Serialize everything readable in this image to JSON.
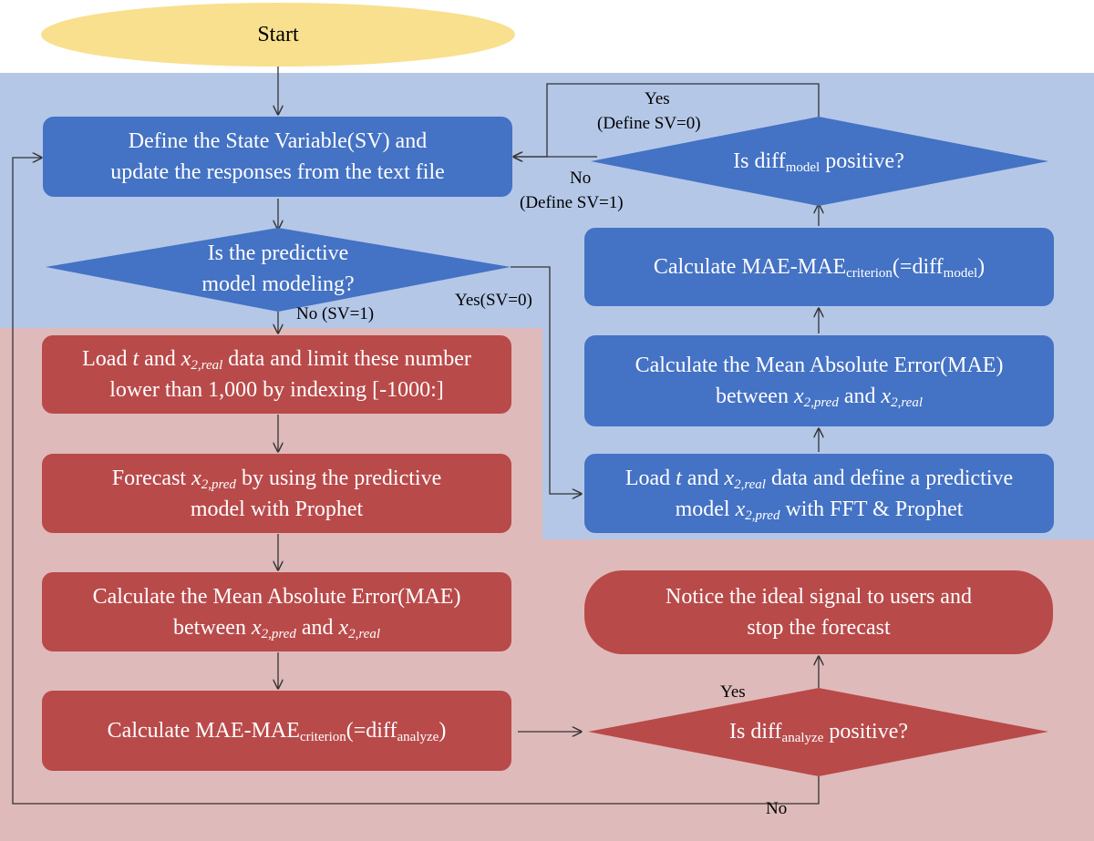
{
  "colors": {
    "blue_region": "#b4c7e7",
    "red_region": "#dfbaba",
    "blue_node": "#4472c4",
    "red_node": "#b94a4a",
    "start_node": "#f9e08e",
    "connector": "#333333"
  },
  "nodes": {
    "start": "Start",
    "define_sv": {
      "line1": "Define the State Variable(SV) and",
      "line2": "update the responses  from the text file"
    },
    "is_modeling": {
      "line1": "Is the predictive",
      "line2": "model modeling?"
    },
    "load_limit": {
      "a": "Load",
      "t": "t",
      "and": "and",
      "x_main": "x",
      "x_sub": "2,real",
      "rest": "data and limit these number",
      "line2": "lower than 1,000 by indexing [-1000:]"
    },
    "forecast": {
      "a": "Forecast",
      "x_main": "x",
      "x_sub": "2,pred",
      "rest": "by using the predictive",
      "line2": "model with Prophet"
    },
    "mae_left": {
      "line1": "Calculate the Mean Absolute Error(MAE)",
      "between": "between",
      "x1_main": "x",
      "x1_sub": "2,pred",
      "and": "and",
      "x2_main": "x",
      "x2_sub": "2,real"
    },
    "diff_analyze_calc": {
      "a": "Calculate MAE-MAE",
      "sub1": "criterion",
      "b": "(=diff",
      "sub2": "analyze",
      "c": ")"
    },
    "load_define": {
      "a": "Load",
      "t": "t",
      "and": "and",
      "x_main": "x",
      "x_sub": "2,real",
      "rest": "data and define a predictive",
      "model": "model",
      "x2_main": "x",
      "x2_sub": "2,pred",
      "tail": "with FFT & Prophet"
    },
    "mae_right": {
      "line1": "Calculate the Mean Absolute Error(MAE)",
      "between": "between",
      "x1_main": "x",
      "x1_sub": "2,pred",
      "and": "and",
      "x2_main": "x",
      "x2_sub": "2,real"
    },
    "diff_model_calc": {
      "a": "Calculate MAE-MAE",
      "sub1": "criterion",
      "b": "(=diff",
      "sub2": "model",
      "c": ")"
    },
    "is_diff_model": {
      "a": "Is diff",
      "sub": "model",
      "b": "positive?"
    },
    "notice": {
      "line1": "Notice the ideal signal to users and",
      "line2": "stop the forecast"
    },
    "is_diff_analyze": {
      "a": "Is diff",
      "sub": "analyze",
      "b": "positive?"
    }
  },
  "labels": {
    "no_sv1": "No (SV=1)",
    "yes_sv0": "Yes(SV=0)",
    "yes_top": "Yes",
    "define_sv0": "(Define SV=0)",
    "no_top": "No",
    "define_sv1": "(Define SV=1)",
    "yes_bottom": "Yes",
    "no_bottom": "No"
  }
}
